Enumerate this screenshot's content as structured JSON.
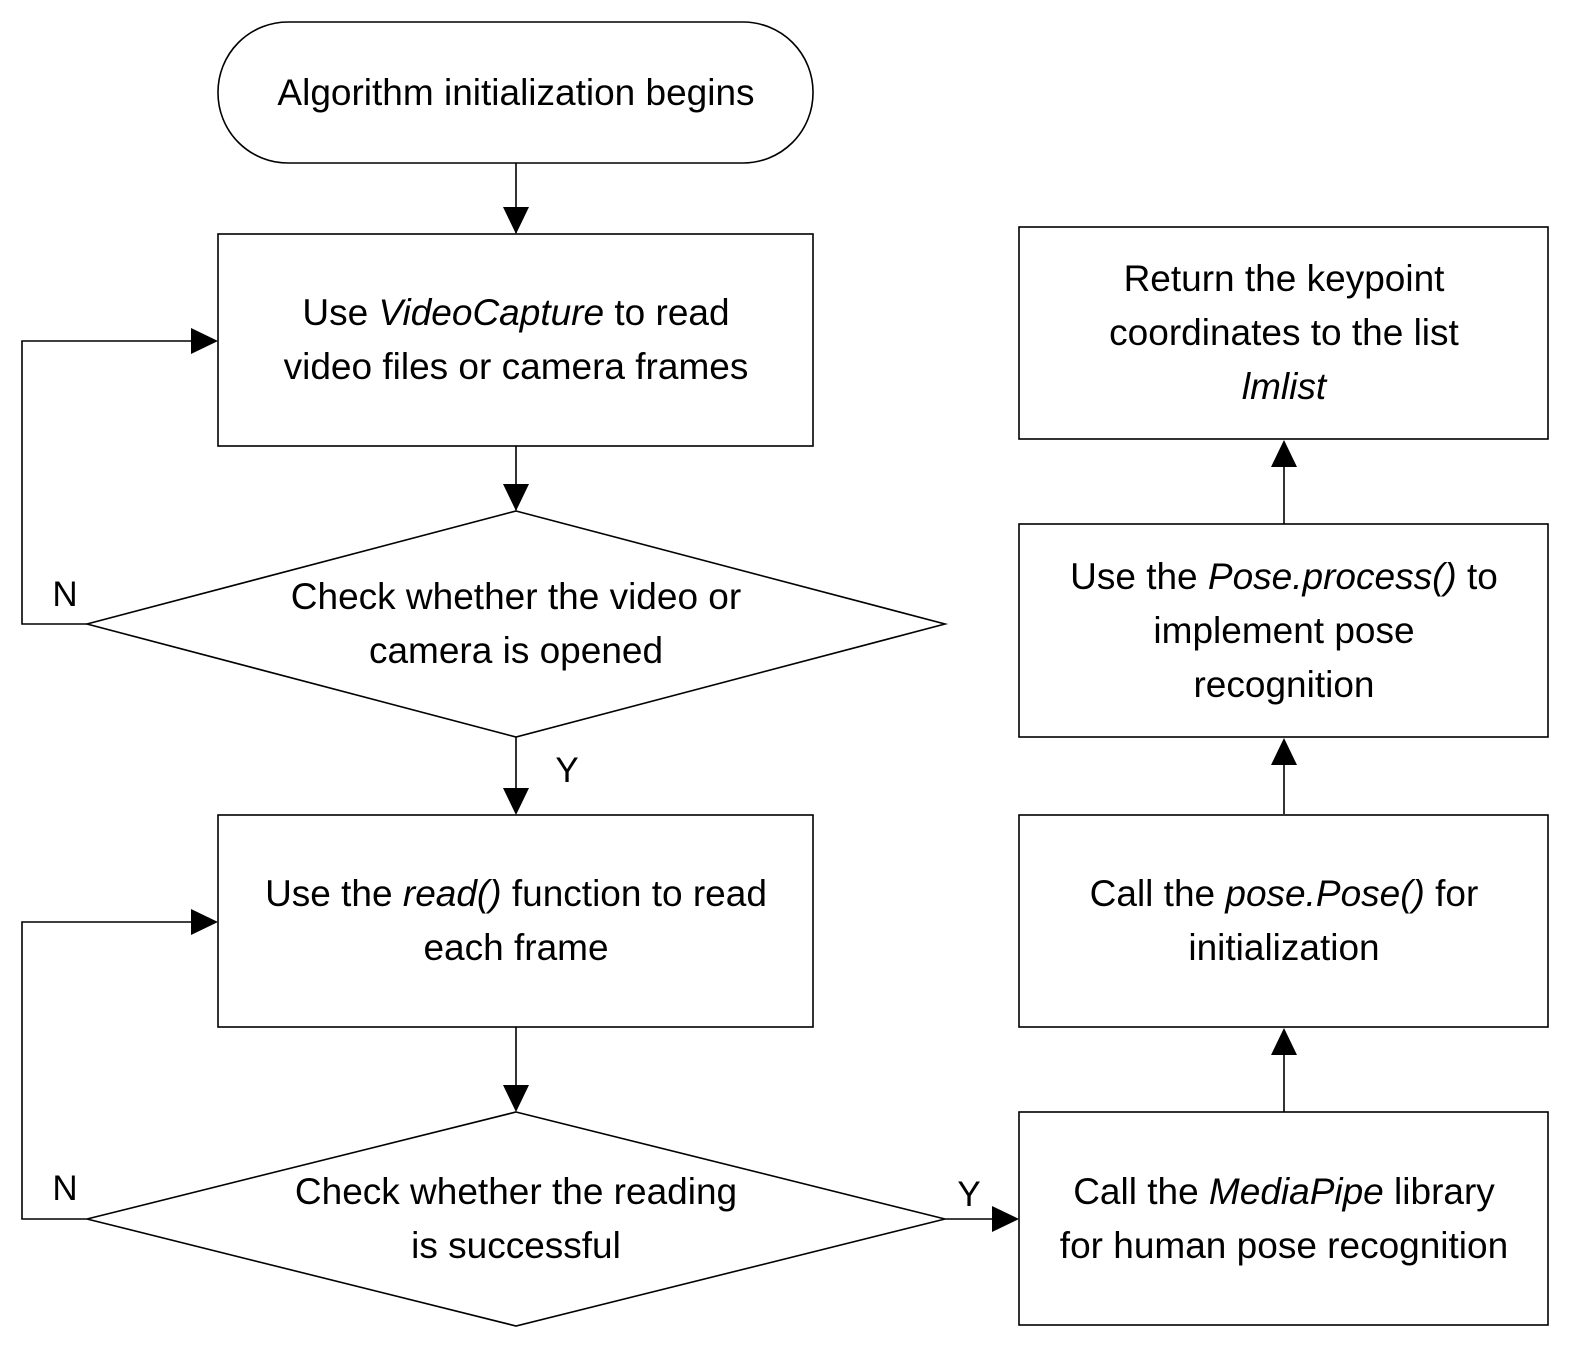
{
  "nodes": {
    "start": {
      "lines": [
        [
          {
            "text": "Algorithm initialization begins"
          }
        ]
      ]
    },
    "capture": {
      "lines": [
        [
          {
            "text": "Use "
          },
          {
            "text": "VideoCapture",
            "italic": true
          },
          {
            "text": " to read"
          }
        ],
        [
          {
            "text": "video files or camera frames"
          }
        ]
      ]
    },
    "check_open": {
      "lines": [
        [
          {
            "text": "Check whether the video or"
          }
        ],
        [
          {
            "text": "camera is opened"
          }
        ]
      ]
    },
    "read_frame": {
      "lines": [
        [
          {
            "text": "Use the "
          },
          {
            "text": "read()",
            "italic": true
          },
          {
            "text": " function to read"
          }
        ],
        [
          {
            "text": "each frame"
          }
        ]
      ]
    },
    "check_read": {
      "lines": [
        [
          {
            "text": "Check whether the reading"
          }
        ],
        [
          {
            "text": "is successful"
          }
        ]
      ]
    },
    "mediapipe": {
      "lines": [
        [
          {
            "text": "Call the "
          },
          {
            "text": "MediaPipe",
            "italic": true
          },
          {
            "text": " library"
          }
        ],
        [
          {
            "text": "for human pose recognition"
          }
        ]
      ]
    },
    "pose_init": {
      "lines": [
        [
          {
            "text": "Call the "
          },
          {
            "text": "pose.Pose()",
            "italic": true
          },
          {
            "text": " for"
          }
        ],
        [
          {
            "text": "initialization"
          }
        ]
      ]
    },
    "pose_process": {
      "lines": [
        [
          {
            "text": "Use the "
          },
          {
            "text": "Pose.process()",
            "italic": true
          },
          {
            "text": "  to"
          }
        ],
        [
          {
            "text": "implement pose"
          }
        ],
        [
          {
            "text": "recognition"
          }
        ]
      ]
    },
    "return_list": {
      "lines": [
        [
          {
            "text": "Return the keypoint"
          }
        ],
        [
          {
            "text": "coordinates to the list"
          }
        ],
        [
          {
            "text": "lmlist",
            "italic": true
          }
        ]
      ]
    }
  },
  "edge_labels": {
    "open_no": "N",
    "open_yes": "Y",
    "read_no": "N",
    "read_yes": "Y"
  }
}
